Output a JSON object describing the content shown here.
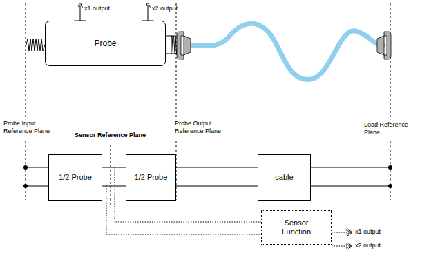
{
  "diagram": {
    "nodes": [
      {
        "text": [
          "Probe"
        ]
      },
      {
        "text": [
          "1/2 Probe"
        ]
      },
      {
        "text": [
          "1/2 Probe"
        ]
      },
      {
        "text": [
          "cable"
        ]
      },
      {
        "text": [
          "Sensor Function"
        ]
      }
    ],
    "edges": [
      {
        "from": 1,
        "to": 2,
        "arrow": "none"
      },
      {
        "from": 2,
        "to": 3,
        "arrow": "none"
      }
    ],
    "labels": [
      "x1 output",
      "x2 output",
      "Probe Input Reference Plane",
      "Sensor Reference Plane",
      "Probe Output Reference Plane",
      "Load Reference Plane",
      "x1 output",
      "x2 output"
    ]
  }
}
